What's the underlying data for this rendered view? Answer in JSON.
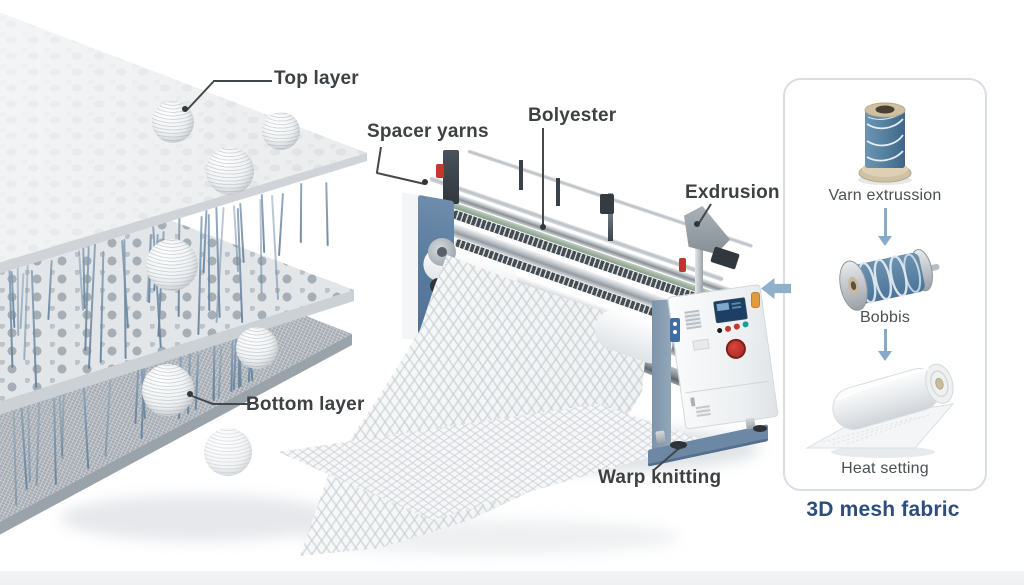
{
  "title": "3D mesh fabric manufacturing diagram",
  "structure_labels": {
    "top_layer": "Top layer",
    "spacer_yarns": "Spacer yarns",
    "bottom_layer": "Bottom layer"
  },
  "machine_labels": {
    "polyester": "Bolyester",
    "extrusion": "Exdrusion",
    "warp_knitting": "Warp knitting"
  },
  "process_panel": {
    "steps": [
      {
        "icon": "yarn-spool-icon",
        "label": "Varn extrussion"
      },
      {
        "icon": "bobbin-icon",
        "label": "Bobbis"
      },
      {
        "icon": "fabric-roll-icon",
        "label": "Heat setting"
      }
    ],
    "caption": "3D mesh fabric"
  },
  "colors": {
    "accent_blue": "#5d87a8",
    "machine_frame": "#5e7d9e",
    "label_text": "#3e4144",
    "caption_text": "#2d4d7f",
    "flow_arrow": "#86abc9",
    "big_arrow": "#8fb0c9"
  }
}
